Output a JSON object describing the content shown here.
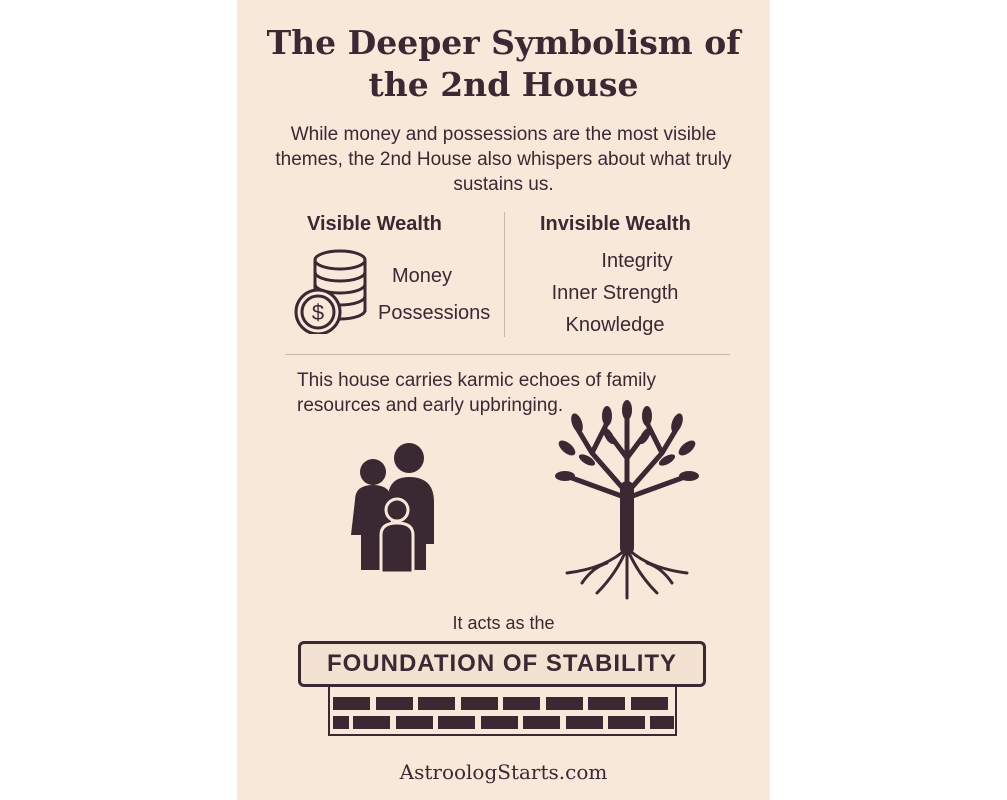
{
  "title": [
    "The Deeper Symbolism of",
    "the 2nd House"
  ],
  "intro": "While money and possessions are the most visible themes, the 2nd House also whispers about what truly sustains us.",
  "visible": {
    "heading": "Visible Wealth",
    "items": [
      "Money",
      "Possessions"
    ],
    "icon": "coin-stack-icon"
  },
  "invisible": {
    "heading": "Invisible Wealth",
    "items": [
      "Integrity",
      "Inner Strength",
      "Knowledge"
    ]
  },
  "karmic": "This house carries karmic echoes of family resources and early upbringing.",
  "icons": [
    "family-icon",
    "tree-with-roots-icon",
    "brick-foundation-icon"
  ],
  "acts": "It acts as the",
  "foundation": "FOUNDATION OF STABILITY",
  "site": "AstroologStarts.com",
  "colors": {
    "background": "#f8e8da",
    "ink": "#3a2833"
  }
}
